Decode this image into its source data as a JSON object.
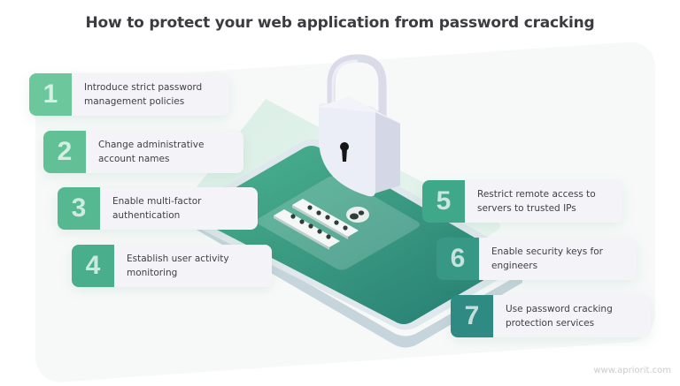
{
  "title": "How to protect your web application from password cracking",
  "steps": [
    {
      "number": "1",
      "text": "Introduce strict password\nmanagement policies",
      "color": "#6dc79c"
    },
    {
      "number": "2",
      "text": "Change administrative\naccount names",
      "color": "#62c097"
    },
    {
      "number": "3",
      "text": "Enable multi-factor\nauthentication",
      "color": "#55b891"
    },
    {
      "number": "4",
      "text": "Establish user activity\nmonitoring",
      "color": "#49ae8c"
    },
    {
      "number": "5",
      "text": "Restrict remote access to\nservers to trusted IPs",
      "color": "#3ea889"
    },
    {
      "number": "6",
      "text": "Enable security keys for\nengineers",
      "color": "#369885"
    },
    {
      "number": "7",
      "text": "Use password cracking\nprotection services",
      "color": "#2f8a83"
    }
  ],
  "illustration": {
    "lock": "padlock-icon",
    "device": "tablet-with-login-form",
    "password_field_dots": [
      5,
      5
    ],
    "user_icon": "user-icon"
  },
  "watermark": "www.apriorit.com"
}
